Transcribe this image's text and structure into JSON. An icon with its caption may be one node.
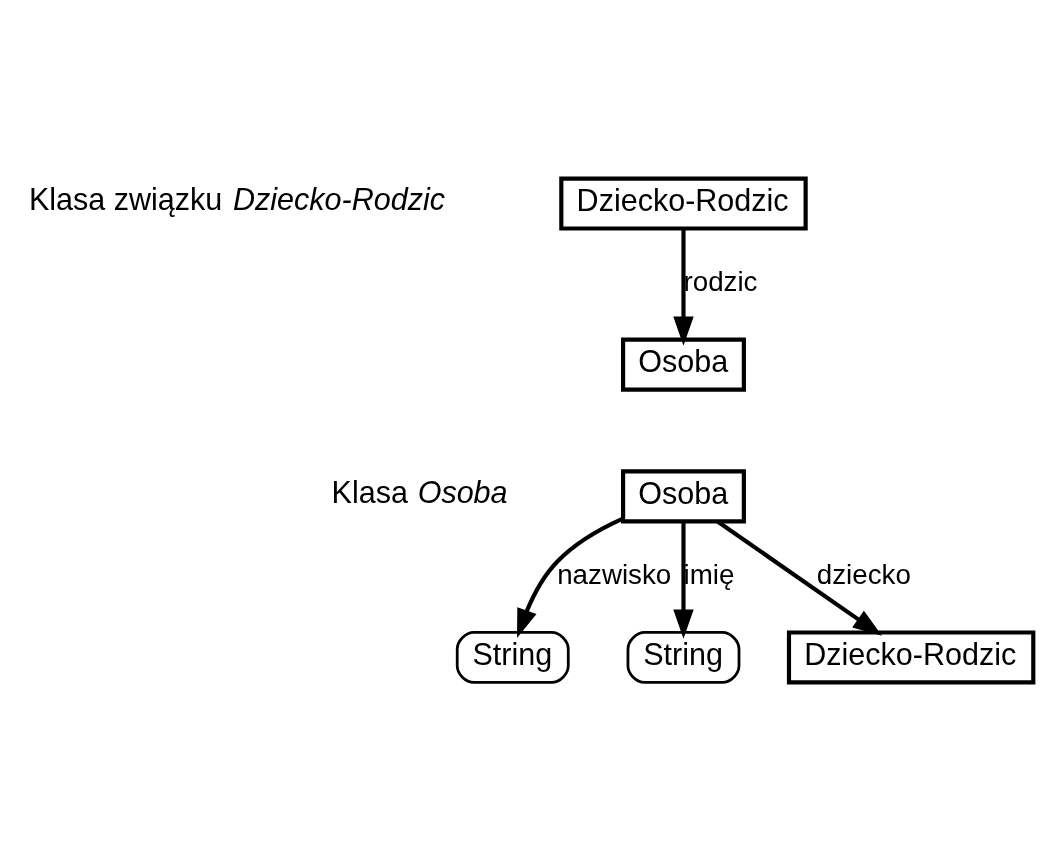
{
  "diagram": {
    "nodes": [
      {
        "text": [
          "Dziecko-Rodzic"
        ]
      },
      {
        "text": [
          "Osoba"
        ]
      },
      {
        "text": [
          "Osoba"
        ]
      },
      {
        "text": [
          "String"
        ]
      },
      {
        "text": [
          "String"
        ]
      },
      {
        "text": [
          "Dziecko-Rodzic"
        ]
      }
    ],
    "edges": [
      {
        "from": 0,
        "to": 1,
        "arrow": "to",
        "label": "rodzic"
      },
      {
        "from": 2,
        "to": 3,
        "arrow": "to",
        "label": "nazwisko"
      },
      {
        "from": 2,
        "to": 4,
        "arrow": "to",
        "label": "imię"
      },
      {
        "from": 2,
        "to": 5,
        "arrow": "to",
        "label": "dziecko"
      }
    ],
    "labels": [
      "Klasa związku *Dziecko-Rodzic*",
      "Klasa *Osoba*"
    ]
  }
}
